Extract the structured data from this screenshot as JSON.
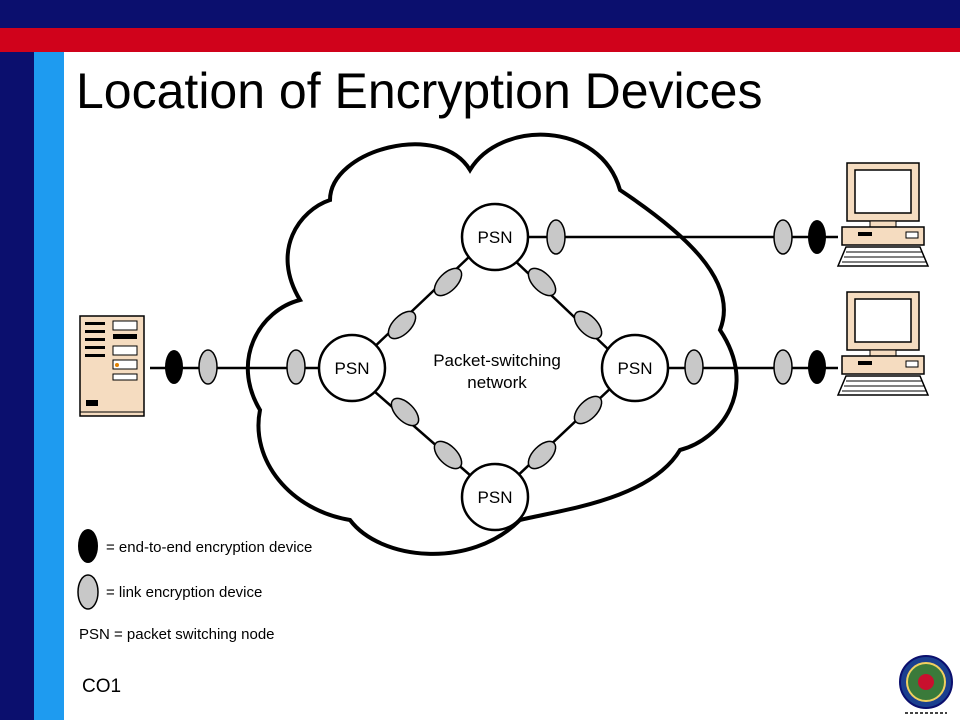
{
  "slide": {
    "title": "Location of Encryption Devices",
    "footer": "CO1"
  },
  "diagram": {
    "network_label_line1": "Packet-switching",
    "network_label_line2": "network",
    "nodes": [
      {
        "label": "PSN"
      },
      {
        "label": "PSN"
      },
      {
        "label": "PSN"
      },
      {
        "label": "PSN"
      }
    ]
  },
  "legend": {
    "end_to_end": "= end-to-end encryption device",
    "link": "= link encryption device",
    "psn": "PSN = packet switching node"
  },
  "colors": {
    "navy": "#0b0f6e",
    "red": "#d0021b",
    "blue": "#1e9bf0",
    "link_device": "#c8c8c8",
    "end_device": "#000000",
    "computer_beige": "#f5dcc0"
  }
}
